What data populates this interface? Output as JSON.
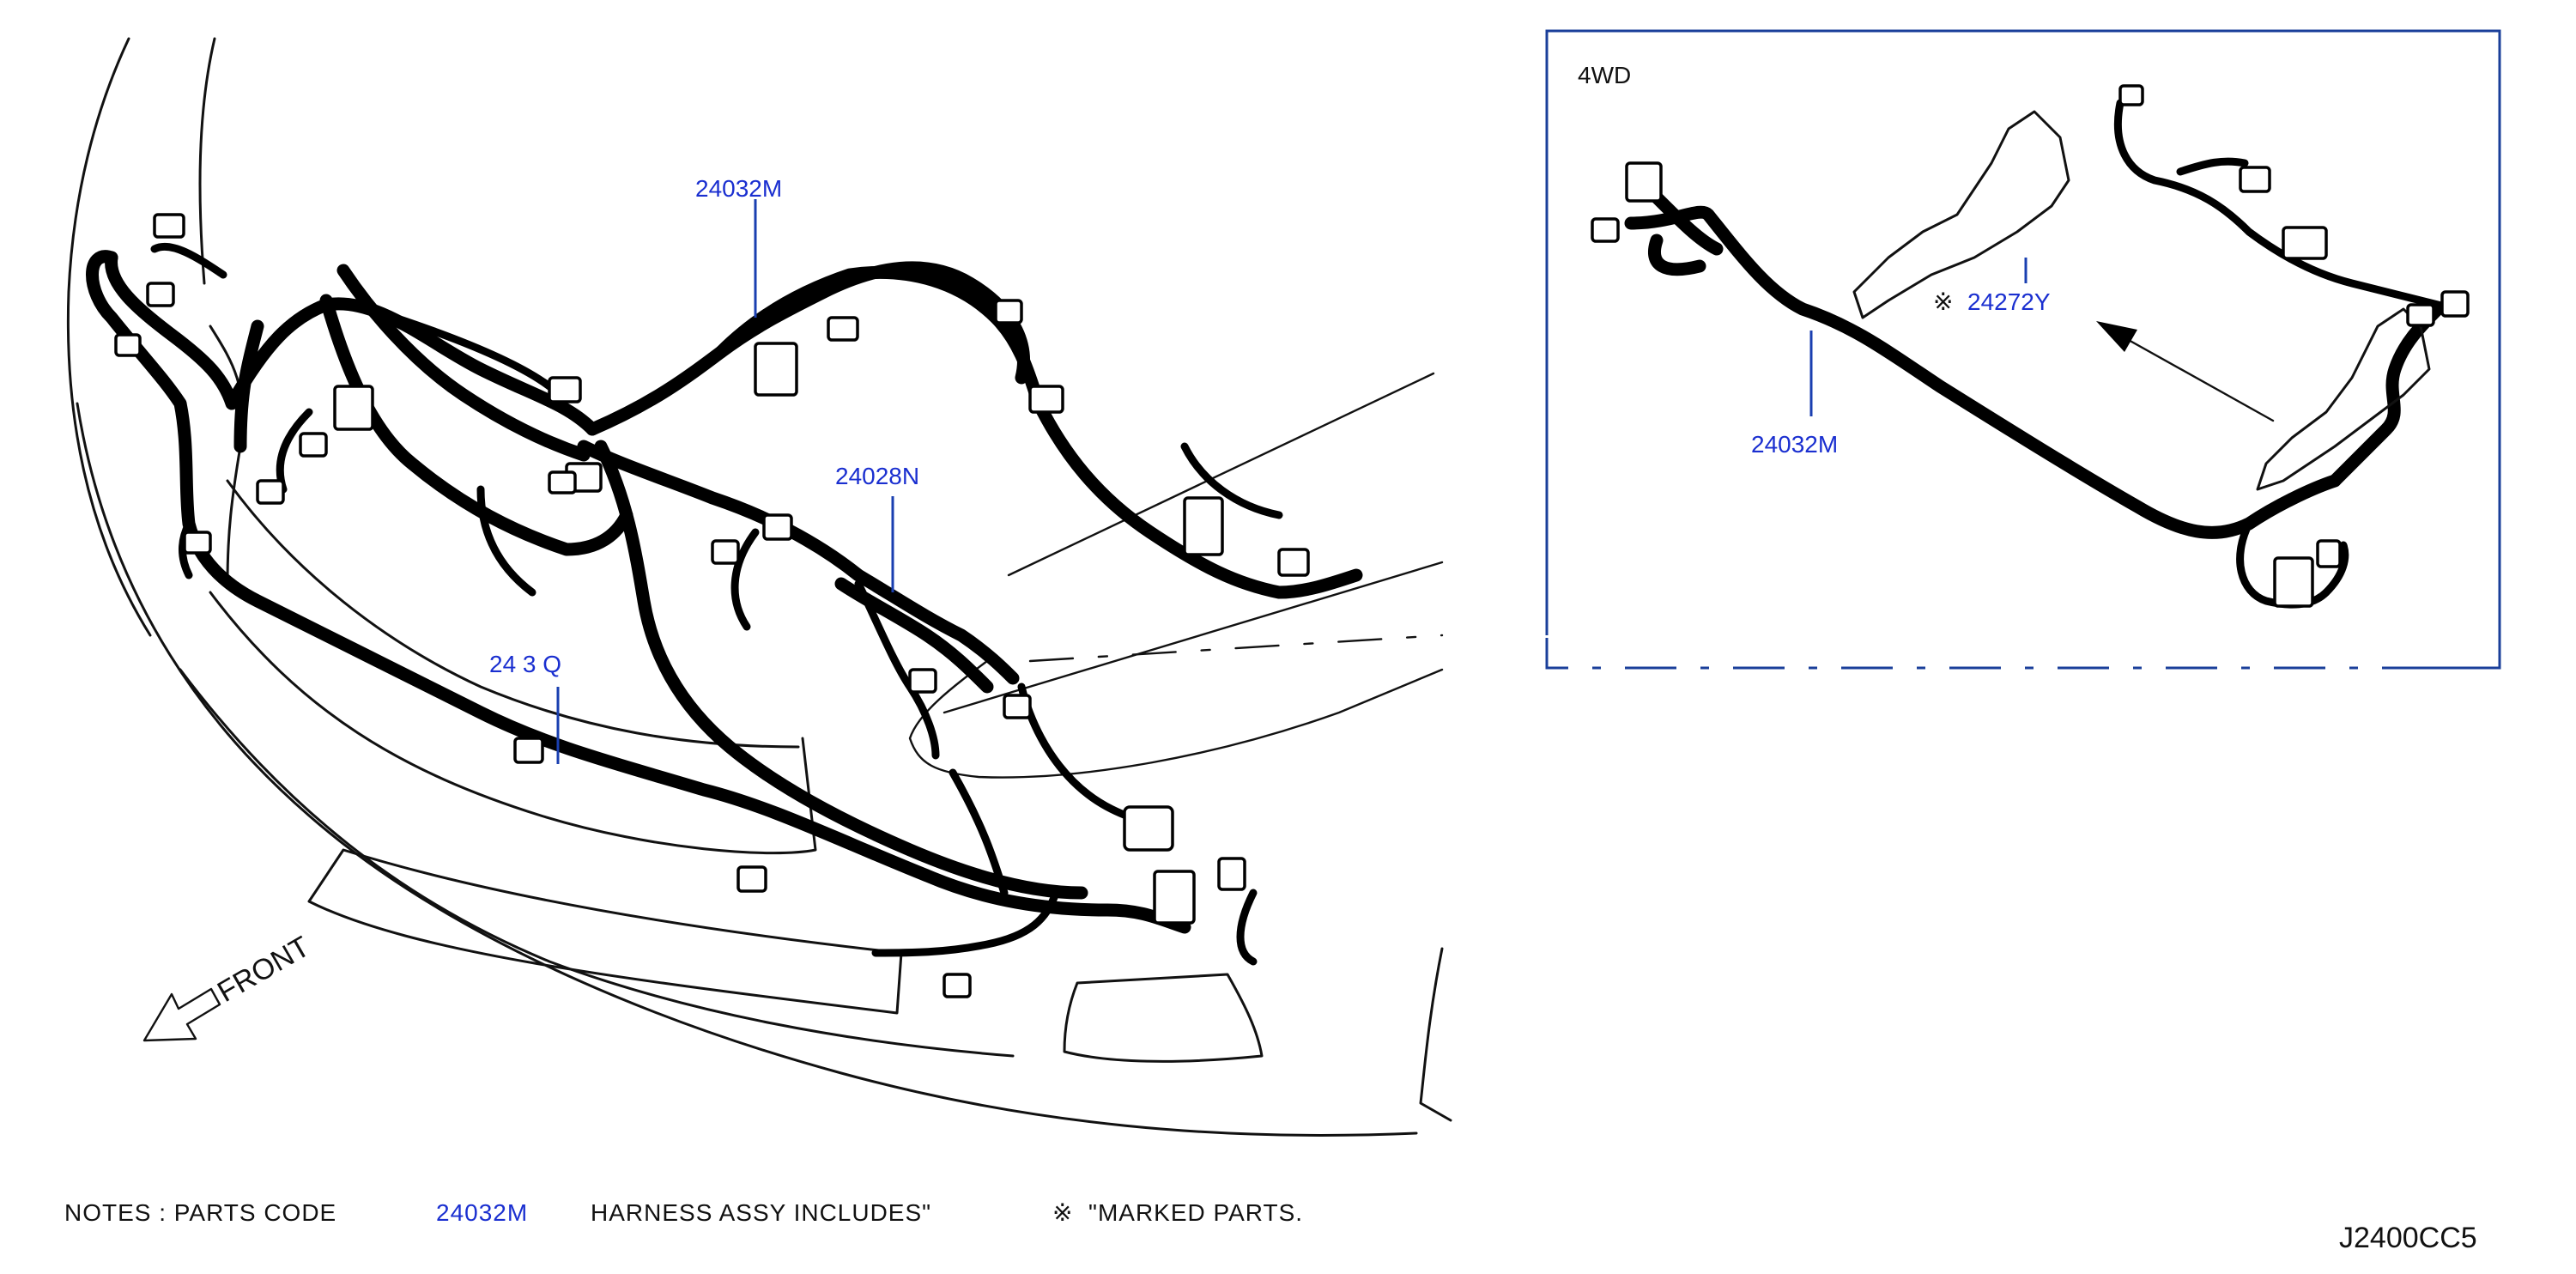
{
  "labels": {
    "main_24032M": "24032M",
    "main_24028N": "24028N",
    "main_24  3 Q": "24 3 Q",
    "inset_4wd": "4WD",
    "inset_24272Y_mark": "※",
    "inset_24272Y": "24272Y",
    "inset_24032M": "24032M",
    "front": "FRONT"
  },
  "notes": {
    "prefix": "NOTES  :  PARTS   CODE",
    "part_code": "24032M",
    "middle": "HARNESS   ASSY   INCLUDES\"",
    "mark": "※",
    "suffix": "\"MARKED   PARTS."
  },
  "diagram_code": "J2400CC5",
  "colors": {
    "label_blue": "#1a2fd0",
    "leader_blue": "#1a3fb0",
    "inset_border": "#1a3f9a",
    "harness": "#000000"
  }
}
